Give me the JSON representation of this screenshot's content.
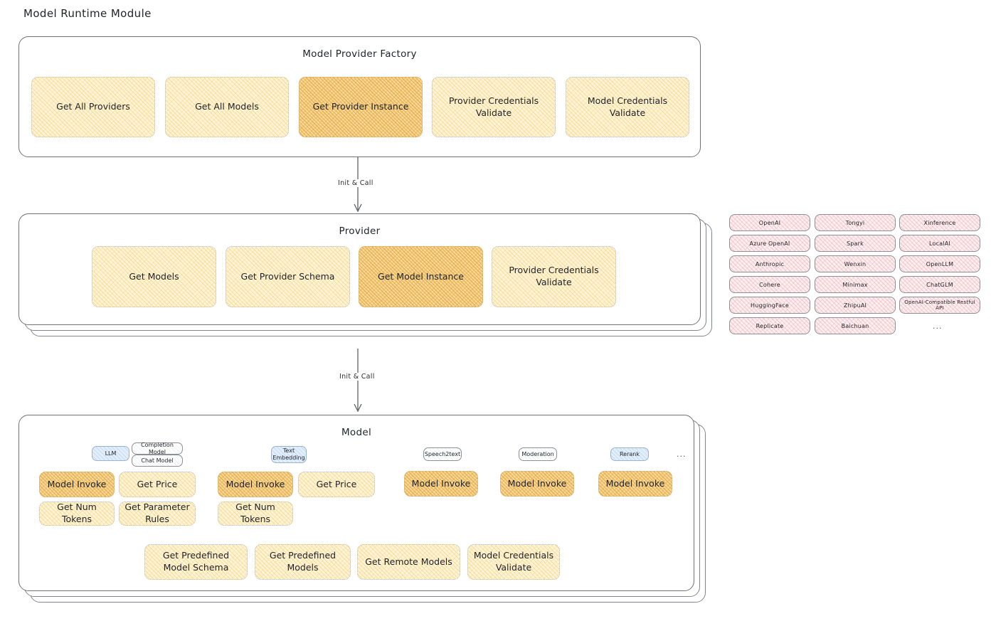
{
  "page": {
    "title": "Model Runtime Module"
  },
  "sections": {
    "factory": {
      "title": "Model Provider Factory",
      "methods": [
        {
          "label": "Get All Providers",
          "highlight": false
        },
        {
          "label": "Get All Models",
          "highlight": false
        },
        {
          "label": "Get Provider Instance",
          "highlight": true
        },
        {
          "label": "Provider Credentials Validate",
          "highlight": false
        },
        {
          "label": "Model Credentials Validate",
          "highlight": false
        }
      ]
    },
    "provider": {
      "title": "Provider",
      "methods": [
        {
          "label": "Get Models",
          "highlight": false
        },
        {
          "label": "Get Provider Schema",
          "highlight": false
        },
        {
          "label": "Get Model Instance",
          "highlight": true
        },
        {
          "label": "Provider Credentials Validate",
          "highlight": false
        }
      ]
    },
    "model": {
      "title": "Model",
      "groups": [
        {
          "tag": "LLM",
          "tag_style": "blue",
          "subtags": [
            "Completion Model",
            "Chat Model"
          ],
          "methods": [
            {
              "label": "Model Invoke",
              "highlight": true
            },
            {
              "label": "Get Price",
              "highlight": false
            },
            {
              "label": "Get Num Tokens",
              "highlight": false
            },
            {
              "label": "Get Parameter Rules",
              "highlight": false
            }
          ]
        },
        {
          "tag": "Text Embedding",
          "tag_style": "blue",
          "subtags": [],
          "methods": [
            {
              "label": "Model Invoke",
              "highlight": true
            },
            {
              "label": "Get Price",
              "highlight": false
            },
            {
              "label": "Get Num Tokens",
              "highlight": false
            }
          ]
        },
        {
          "tag": "Speech2text",
          "tag_style": "plain",
          "subtags": [],
          "methods": [
            {
              "label": "Model Invoke",
              "highlight": true
            }
          ]
        },
        {
          "tag": "Moderation",
          "tag_style": "plain",
          "subtags": [],
          "methods": [
            {
              "label": "Model Invoke",
              "highlight": true
            }
          ]
        },
        {
          "tag": "Rerank",
          "tag_style": "blue",
          "subtags": [],
          "methods": [
            {
              "label": "Model Invoke",
              "highlight": true
            }
          ]
        }
      ],
      "more_indicator": "...",
      "common_methods": [
        {
          "label": "Get Predefined Model Schema",
          "highlight": false
        },
        {
          "label": "Get Predefined Models",
          "highlight": false
        },
        {
          "label": "Get Remote Models",
          "highlight": false
        },
        {
          "label": "Model Credentials Validate",
          "highlight": false
        }
      ]
    }
  },
  "provider_list": {
    "columns": [
      [
        "OpenAI",
        "Azure OpenAI",
        "Anthropic",
        "Cohere",
        "HuggingFace",
        "Replicate"
      ],
      [
        "Tongyi",
        "Spark",
        "Wenxin",
        "Minimax",
        "ZhipuAI",
        "Baichuan"
      ],
      [
        "Xinference",
        "LocalAI",
        "OpenLLM",
        "ChatGLM",
        "OpenAI-Compatible Restful API"
      ]
    ],
    "more_indicator": "..."
  },
  "connectors": [
    {
      "label": "Init & Call"
    },
    {
      "label": "Init & Call"
    }
  ],
  "colors": {
    "box_fill": "#fdf4d8",
    "box_fill_highlight": "#f7d79a",
    "pill_fill": "#fdeef0",
    "tag_blue": "#e2eefb",
    "border": "#6f7277",
    "text": "#1f2328"
  }
}
